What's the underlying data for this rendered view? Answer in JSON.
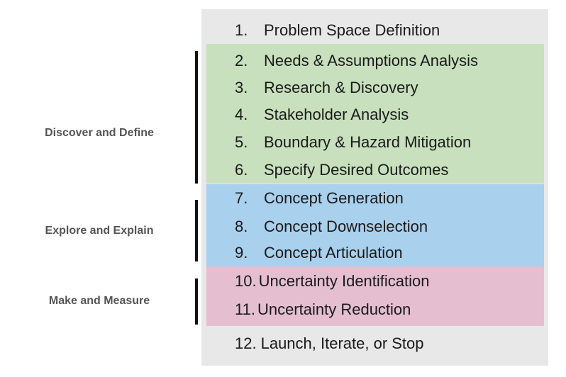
{
  "phases": [
    {
      "label": "Discover and Define"
    },
    {
      "label": "Explore and Explain"
    },
    {
      "label": "Make and Measure"
    }
  ],
  "steps": [
    {
      "num": "1.",
      "text": "Problem Space Definition"
    },
    {
      "num": "2.",
      "text": "Needs & Assumptions Analysis"
    },
    {
      "num": "3.",
      "text": "Research & Discovery"
    },
    {
      "num": "4.",
      "text": "Stakeholder Analysis"
    },
    {
      "num": "5.",
      "text": "Boundary & Hazard Mitigation"
    },
    {
      "num": "6.",
      "text": "Specify Desired Outcomes"
    },
    {
      "num": "7.",
      "text": "Concept Generation"
    },
    {
      "num": "8.",
      "text": "Concept Downselection"
    },
    {
      "num": "9.",
      "text": "Concept Articulation"
    },
    {
      "num": "10.",
      "text": "Uncertainty Identification"
    },
    {
      "num": "11.",
      "text": "Uncertainty Reduction"
    },
    {
      "num": "12.",
      "text": "Launch, Iterate, or Stop"
    }
  ],
  "colors": {
    "panel": "#e8e8e8",
    "discover": "#c8e0bd",
    "explore": "#a9d0ed",
    "make": "#e5bfd0",
    "phase_bar": "#111111",
    "phase_text": "#555555"
  }
}
